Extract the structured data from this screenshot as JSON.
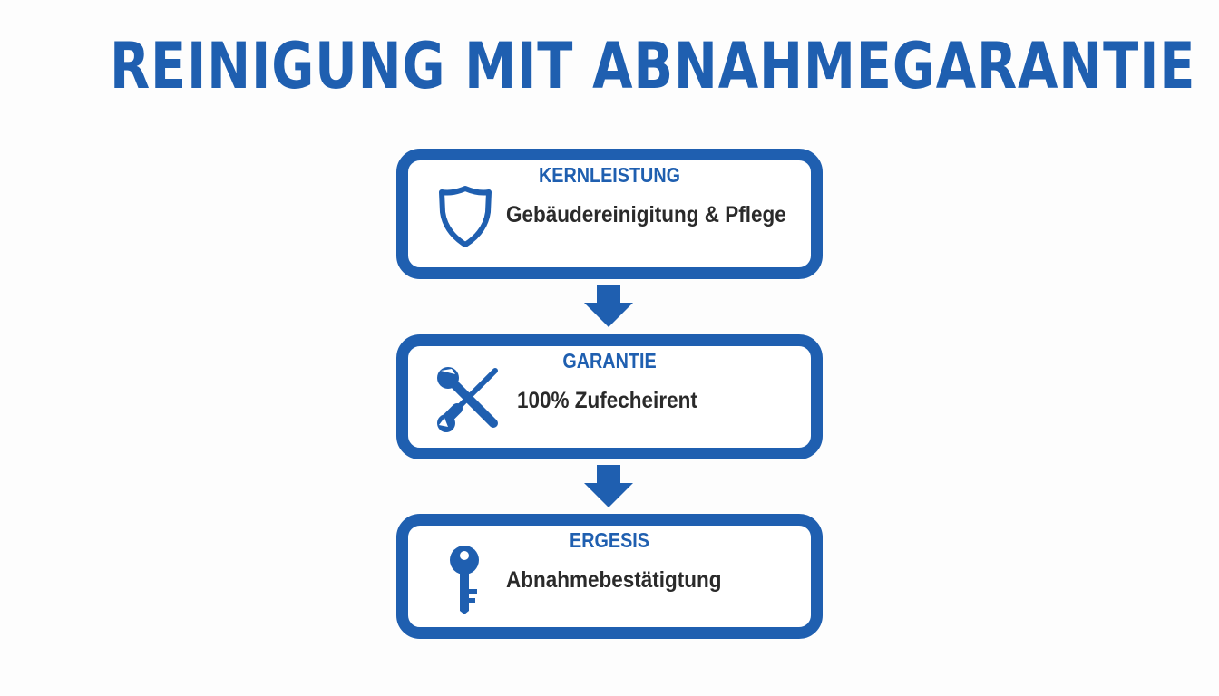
{
  "title": "REINIGUNG MIT ABNAHMEGARANTIE",
  "colors": {
    "accent": "#1f5fb0",
    "text_dark": "#2a2a2a",
    "background": "#fdfdfd"
  },
  "steps": [
    {
      "heading": "KERNLEISTUNG",
      "text": "Gebäudereinigitung & Pflege",
      "icon": "shield-icon"
    },
    {
      "heading": "GARANTIE",
      "text": "100% Zufecheirent",
      "icon": "tools-icon"
    },
    {
      "heading": "ERGESIS",
      "text": "Abnahmebestätigtung",
      "icon": "key-icon"
    }
  ],
  "connectors": [
    {
      "icon": "arrow-down-icon"
    },
    {
      "icon": "arrow-down-icon"
    }
  ]
}
